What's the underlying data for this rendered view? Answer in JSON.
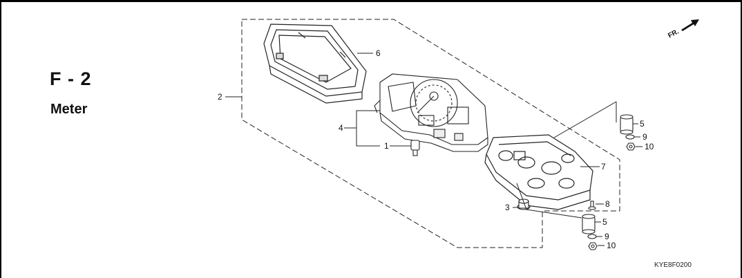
{
  "section": {
    "code": "F - 2",
    "title": "Meter"
  },
  "direction_label": "FR.",
  "diagram_code": "KYE8F0200",
  "callouts": {
    "c1": "1",
    "c2": "2",
    "c3": "3",
    "c4": "4",
    "c5a": "5",
    "c5b": "5",
    "c6": "6",
    "c7": "7",
    "c8": "8",
    "c9a": "9",
    "c9b": "9",
    "c10a": "10",
    "c10b": "10"
  }
}
